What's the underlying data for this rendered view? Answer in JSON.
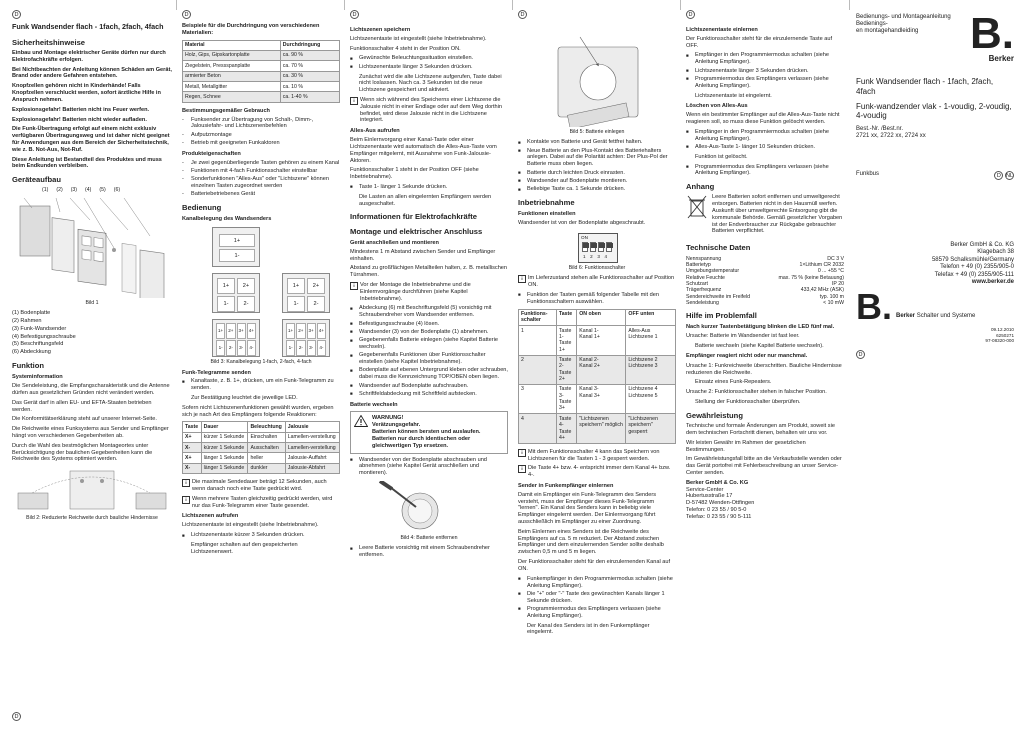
{
  "lang_badge": "D",
  "lang_badges_nl": "NL",
  "col1": {
    "title": "Funk Wandsender flach - 1fach, 2fach, 4fach",
    "safety_heading": "Sicherheitshinweise",
    "safety_paras": [
      "Einbau und Montage elektrischer Geräte dürfen nur durch Elektrofachkräfte erfolgen.",
      "Bei Nichtbeachten der Anleitung können Schäden am Gerät, Brand oder andere Gefahren entstehen.",
      "Knopfzellen gehören nicht in Kinderhände! Falls Knopfzellen verschluckt werden, sofort ärztliche Hilfe in Anspruch nehmen.",
      "Explosionsgefahr! Batterien nicht ins Feuer werfen.",
      "Explosionsgefahr! Batterien nicht wieder aufladen.",
      "Die Funk-Übertragung erfolgt auf einem nicht exklusiv verfügbaren Übertragungsweg und ist daher nicht geeignet für Anwendungen aus dem Bereich der Sicherheitstechnik, wie z. B. Not-Aus, Not-Ruf.",
      "Diese Anleitung ist Bestandteil des Produktes und muss beim Endkunden verbleiben."
    ],
    "struct_heading": "Geräteaufbau",
    "fig1_labels": [
      "(1)",
      "(2)",
      "(3)",
      "(4)",
      "(5)",
      "(6)"
    ],
    "fig1_caption": "Bild 1",
    "parts": [
      "(1)  Bodenplatte",
      "(2)  Rahmen",
      "(3)  Funk-Wandsender",
      "(4)  Befestigungsschraube",
      "(5)  Beschriftungsfeld",
      "(6)  Abdeckkung"
    ],
    "func_heading": "Funktion",
    "sysinfo_heading": "Systeminformation",
    "sysinfo_paras": [
      "Die Sendeleistung, die Empfangscharakteristik und die Antenne dürfen aus gesetzlichen Gründen nicht verändert werden.",
      "Das Gerät darf in allen EU- und EFTA-Staaten betrieben werden.",
      "Die Konformitätserklärung steht auf unserer Internet-Seite.",
      "Die Reichweite eines Funksystems aus Sender und Empfänger hängt von verschiedenen Gegebenheiten ab.",
      "Durch die Wahl des bestmöglichen Montageortes unter Berücksichtigung der baulichen Gegebenheiten kann die Reichweite des Systems optimiert werden."
    ],
    "fig2_caption": "Bild 2: Reduzierte Reichweite durch bauliche Hindernisse"
  },
  "col2": {
    "intro": "Beispiele für die Durchdringung von verschiedenen Materialien:",
    "mat_headers": [
      "Material",
      "Durchdringung"
    ],
    "mat_rows": [
      [
        "Holz, Gips, Gipskartonplatte",
        "ca. 90 %"
      ],
      [
        "Ziegelstein, Pressspanplatte",
        "ca. 70 %"
      ],
      [
        "armierter Beton",
        "ca. 30 %"
      ],
      [
        "Metall, Metallgitter",
        "ca. 10 %"
      ],
      [
        "Regen, Schnee",
        "ca. 1-40 %"
      ]
    ],
    "use_heading": "Bestimmungsgemäßer Gebrauch",
    "use_items": [
      "Funksender zur Übertragung von Schalt-, Dimm-, Jalousiefahr- und Lichtszenenbefehlen",
      "Aufputzmontage",
      "Betrieb mit geeigneten Funkaktoren"
    ],
    "props_heading": "Produkteigenschaften",
    "props_items": [
      "Je zwei gegenüberliegende Tasten gehören zu einem Kanal",
      "Funktionen mit 4-fach Funktionsschalter einstellbar",
      "Sonderfunktionen \"Alles-Aus\" oder \"Lichtszene\" können einzelnen Tasten zugeordnet werden",
      "Batteriebetriebenes Gerät"
    ],
    "operation_heading": "Bedienung",
    "channel_heading": "Kanalbelegung des Wandsenders",
    "k1": [
      "1+",
      "1-"
    ],
    "k2": [
      "1+",
      "2+",
      "1-",
      "2-"
    ],
    "k4": [
      "1+",
      "2+",
      "3+",
      "4+",
      "1-",
      "2-",
      "3-",
      "4-"
    ],
    "fig3_caption": "Bild 3: Kanalbelegung 1-fach, 2-fach, 4-fach",
    "tel_heading": "Funk-Telegramme senden",
    "tel_items": [
      "Kanaltaste, z. B. 1+, drücken, um ein Funk-Telegramm zu senden."
    ],
    "tel_note": "Zur Bestätigung leuchtet die jeweilige LED.",
    "tel_para": "Sofern nicht Lichtszenenfunktionen gewählt wurden, ergeben sich je nach Art des Empfängers folgende Reaktionen:",
    "react_headers": [
      "Taste",
      "Dauer",
      "Beleuchtung",
      "Jalousie"
    ],
    "react_rows": [
      [
        "X+",
        "kürzer 1 Sekunde",
        "Einschalten",
        "Lamellen-verstellung"
      ],
      [
        "X-",
        "kürzer 1 Sekunde",
        "Ausschalten",
        "Lamellen-verstellung"
      ],
      [
        "X+",
        "länger 1 Sekunde",
        "heller",
        "Jalousie-Auffahrt"
      ],
      [
        "X-",
        "länger 1 Sekunde",
        "dunkler",
        "Jalousie-Abfahrt"
      ]
    ],
    "notes": [
      "Die maximale Sendedauer beträgt 12 Sekunden, auch wenn danach noch eine Taste gedrückt wird.",
      "Wenn mehrere Tasten gleichzeitig gedrückt werden, wird nur das Funk-Telegramm einer Taste gesendet."
    ],
    "scene_heading": "Lichtszenen aufrufen",
    "scene_para": "Lichtszenentaste ist eingestellt (siehe Inbetriebnahme).",
    "scene_items": [
      "Lichtszenentaste kürzer 3 Sekunden drücken."
    ],
    "scene_after": "Empfänger schalten auf den gespeicherten Lichtszenenwert."
  },
  "col3": {
    "save_heading": "Lichtszenen speichern",
    "save_para1": "Lichtszenentaste ist eingestellt (siehe Inbetriebnahme).",
    "save_para2": "Funktionsschalter 4 steht in der Position ON.",
    "save_items": [
      "Gewünschte Beleuchtungssituation einstellen.",
      "Lichtszenentaste länger 3 Sekunden drücken."
    ],
    "save_after": "Zunächst wird die alte Lichtszene aufgerufen, Taste dabei nicht loslassen. Nach ca. 3 Sekunden ist die neue Lichtszene gespeichert und aktiviert.",
    "save_note": "Wenn sich während des Speicherns einer Lichtszene die Jalousie nicht in einer Endlage oder auf dem Weg dorthin befindet, wird diese Jalousie nicht in die Lichtszene integriert.",
    "alloff_heading": "Alles-Aus aufrufen",
    "alloff_para1": "Beim Einlernvorgang einer Kanal-Taste oder einer Lichtszenentaste wird automatisch die Alles-Aus-Taste vom Empfänger mitgelernt, mit Ausnahme von Funk-Jalousie-Aktoren.",
    "alloff_para2": "Funktionsschalter 1 steht in der Position OFF (siehe Inbetriebnahme).",
    "alloff_items": [
      "Taste 1- länger 1 Sekunde drücken."
    ],
    "alloff_after": "Die Lasten an allen eingelernten Empfängern werden ausgeschaltet.",
    "info_heading": "Informationen für Elektrofachkräfte",
    "mount_heading": "Montage und elektrischer Anschluss",
    "mount_sub": "Gerät anschließen und montieren",
    "mount_paras": [
      "Mindestens 1 m Abstand zwischen Sender und Empfänger einhalten.",
      "Abstand zu großflächigen Metallteilen halten, z. B. metallischen Türrahmen."
    ],
    "mount_note": "Vor der Montage die Inbetriebnahme und die Einlernvorgänge durchführen (siehe Kapitel Inbetriebnahme).",
    "mount_items": [
      "Abdeckung (6) mit Beschriftungsfeld (5) vorsichtig mit Schraubendreher vom Wandsender entfernen.",
      "Befestigungsschraube (4) lösen.",
      "Wandsender (3) von der Bodenplatte (1) abnehmen.",
      "Gegebenenfalls Batterie einlegen (siehe Kapitel Batterie wechseln).",
      "Gegebenenfalls Funktionen über Funktionsschalter einstellen (siehe Kapitel Inbetriebnahme).",
      "Bodenplatte auf ebenen Untergrund kleben oder schrauben, dabei muss die Kennzeichnung TOP/OBEN oben liegen.",
      "Wandsender auf Bodenplatte aufschrauben.",
      "Schriftfeldabdeckung mit Schriftfeld aufstecken."
    ],
    "batt_heading": "Batterie wechseln",
    "warn_title": "WARNUNG!",
    "warn_lines": [
      "Verätzungsgefahr.",
      "Batterien können bersten und auslaufen.",
      "Batterien nur durch identischen oder gleichwertigen Typ ersetzen."
    ],
    "batt_items": [
      "Wandsender von der Bodenplatte abschrauben und abnehmen (siehe Kapitel Gerät anschließen und montieren)."
    ],
    "fig4_caption": "Bild 4: Batterie entfernen",
    "batt_items2": [
      "Leere Batterie vorsichtig mit einem Schraubendreher entfernen."
    ]
  },
  "col4": {
    "fig5_caption": "Bild 5: Batterie einlegen",
    "batt_items": [
      "Kontakte von Batterie und Gerät fettfrei halten.",
      "Neue Batterie an den Plus-Kontakt des Batteriehalters anlegen. Dabei auf die Polarität achten: Der Plus-Pol der Batterie muss oben liegen.",
      "Batterie durch leichten Druck einrasten.",
      "Wandsender auf Bodenplatte montieren.",
      "Beliebige Taste ca. 1 Sekunde drücken."
    ],
    "start_heading": "Inbetriebnahme",
    "func_sub": "Funktionen einstellen",
    "func_para": "Wandsender ist von der Bodenplatte abgeschraubt.",
    "dip_on": "ON",
    "dip_nums": [
      "1",
      "2",
      "3",
      "4"
    ],
    "fig6_caption": "Bild 6: Funktionsschalter",
    "func_note": "Im Lieferzustand stehen alle Funktionsschalter auf Position ON.",
    "func_items": [
      "Funktion der Tasten gemäß folgender Tabelle mit den Funktionsschaltern auswählen."
    ],
    "sw_headers": [
      "Funktions-schalter",
      "Taste",
      "ON oben",
      "OFF unten"
    ],
    "sw_rows": [
      [
        "1",
        "Taste 1-\nTaste 1+",
        "Kanal 1-\nKanal 1+",
        "Alles-Aus\nLichtszene 1"
      ],
      [
        "2",
        "Taste 2-\nTaste 2+",
        "Kanal 2-\nKanal 2+",
        "Lichtszene 2\nLichtszene 3"
      ],
      [
        "3",
        "Taste 3-\nTaste 3+",
        "Kanal 3-\nKanal 3+",
        "Lichtszene 4\nLichtszene 5"
      ],
      [
        "4",
        "Taste 4-\nTaste 4+",
        "\"Lichtszenen speichern\" möglich",
        "\"Lichtszenen speichern\" gesperrt"
      ]
    ],
    "sw_notes": [
      "Mit dem Funktionsschalter 4 kann das Speichern von Lichtszenen für die Tasten 1 - 3 gesperrt werden.",
      "Die Taste 4+ bzw. 4- entspricht immer dem Kanal 4+ bzw. 4-."
    ],
    "learn_heading": "Sender in Funkempfänger einlernen",
    "learn_paras": [
      "Damit ein Empfänger ein Funk-Telegramm des Senders versteht, muss der Empfänger dieses Funk-Telegramm \"lernen\". Ein Kanal des Senders kann in beliebig viele Empfänger eingelernt werden. Der Einlernvorgang führt ausschließlich im Empfänger zu einer Zuordnung.",
      "Beim Einlernen eines Senders ist die Reichweite des Empfängers auf ca. 5 m reduziert. Der Abstand zwischen Empfänger und dem einzulernenden Sender sollte deshalb zwischen 0,5 m und 5 m liegen.",
      "Der Funktionsschalter steht für den einzulernenden Kanal auf ON."
    ],
    "learn_items": [
      "Funkempfänger in den Programmiermodus schalten (siehe Anleitung Empfänger).",
      "Die \"+\" oder \"-\" Taste des gewünschten Kanals länger 1 Sekunde drücken.",
      "Programmiermodus des Empfängers verlassen (siehe Anleitung Empfänger)."
    ],
    "learn_after": "Der Kanal des Senders ist in den Funkempfänger eingelernt."
  },
  "col5": {
    "scene_heading": "Lichtszenentaste einlernen",
    "scene_para": "Der Funktionsschalter steht für die einzulernende Taste auf OFF.",
    "scene_items": [
      "Empfänger in den Programmiermodus schalten (siehe Anleitung Empfänger).",
      "Lichtszenentaste länger 3 Sekunden drücken.",
      "Programmiermodus des Empfängers verlassen (siehe Anleitung Empfänger)."
    ],
    "scene_after": "Lichtszenentaste ist eingelernt.",
    "del_heading": "Löschen von Alles-Aus",
    "del_para": "Wenn ein bestimmter Empfänger auf die Alles-Aus-Taste nicht reagieren soll, so muss diese Funktion gelöscht werden.",
    "del_items": [
      "Empfänger in den Programmiermodus schalten (siehe Anleitung Empfänger).",
      "Alles-Aus-Taste 1- länger 10 Sekunden drücken."
    ],
    "del_after": "Funktion ist gelöscht.",
    "del_items2": [
      "Programmiermodus des Empfängers verlassen (siehe Anleitung Empfänger)."
    ],
    "app_heading": "Anhang",
    "app_text": "Leere Batterien sofort entfernen und umweltgerecht entsorgen. Batterien nicht in den Hausmüll werfen. Auskunft über umweltgerechte Entsorgung gibt die kommunale Behörde. Gemäß gesetzlicher Vorgaben ist der Endverbraucher zur Rückgabe gebrauchter Batterien verpflichtet.",
    "tech_heading": "Technische Daten",
    "specs": [
      [
        "Nennspannung",
        "DC 3 V"
      ],
      [
        "Batterietyp",
        "1×Lithium CR 2032"
      ],
      [
        "Umgebungstemperatur",
        "0 ... +55 °C"
      ],
      [
        "Relative Feuchte",
        "max. 75 % (keine Betauung)"
      ],
      [
        "Schutzart",
        "IP 20"
      ],
      [
        "Trägerfrequenz",
        "433,42 MHz (ASK)"
      ],
      [
        "Sendereichweite im Freifeld",
        "typ. 100 m"
      ],
      [
        "Sendeleistung",
        "< 10 mW"
      ]
    ],
    "help_heading": "Hilfe im Problemfall",
    "help1_title": "Nach kurzer Tastenbetätigung blinken die LED fünf mal.",
    "help1_cause": "Ursache: Batterie im Wandsender ist fast leer.",
    "help1_fix": "Batterie wechseln (siehe Kapitel Batterie wechseln).",
    "help2_title": "Empfänger reagiert nicht oder nur manchmal.",
    "help2_cause1": "Ursache 1: Funkreichweite überschritten. Bauliche Hindernisse reduzieren die Reichweite.",
    "help2_fix1": "Einsatz eines Funk-Repeaters.",
    "help2_cause2": "Ursache 2: Funktionsschalter stehen in falscher Position.",
    "help2_fix2": "Stellung der Funktionsschalter überprüfen.",
    "warranty_heading": "Gewährleistung",
    "warranty_paras": [
      "Technische und formale Änderungen am Produkt, soweit sie dem technischen Fortschritt dienen, behalten wir uns vor.",
      "Wir leisten Gewähr im Rahmen der gesetzlichen Bestimmungen.",
      "Im Gewährleistungsfall bitte an die Verkaufsstelle wenden oder das Gerät portofrei mit Fehlerbeschreibung an unser Service-Center senden."
    ],
    "address": [
      "Berker GmbH & Co. KG",
      "Service-Center",
      "Hubertusstraße 17",
      "D-57482 Wenden-Ottfingen",
      "Telefon: 0 23 55 / 90 5-0",
      "Telefax: 0 23 55 / 90 5-111"
    ]
  },
  "col6": {
    "doc_type": [
      "Bedienungs- und Montageanleitung",
      "Bedienings-",
      "en montagehandleiding"
    ],
    "logo_letter": "B.",
    "logo_word": "Berker",
    "product_de": "Funk Wandsender flach - 1fach, 2fach, 4fach",
    "product_nl": "Funk-wandzender vlak - 1-voudig, 2-voudig, 4-voudig",
    "part_label": "Best.-Nr. /Best.nr.",
    "part_numbers": "2721 xx, 2722 xx, 2724 xx",
    "funkbus": "Funkbus",
    "company": [
      "Berker GmbH & Co. KG",
      "Klagebach 38",
      "58579 Schalksmühle/Germany",
      "Telefon + 49 (0) 2355/905-0",
      "Telefax + 49 (0) 2355/905-111",
      "www.berker.de"
    ],
    "logo2_word": "Berker",
    "logo2_tag": "Schalter und Systeme",
    "doc_codes": [
      "09.12.2010",
      "6250271",
      "97-08320-000"
    ]
  }
}
